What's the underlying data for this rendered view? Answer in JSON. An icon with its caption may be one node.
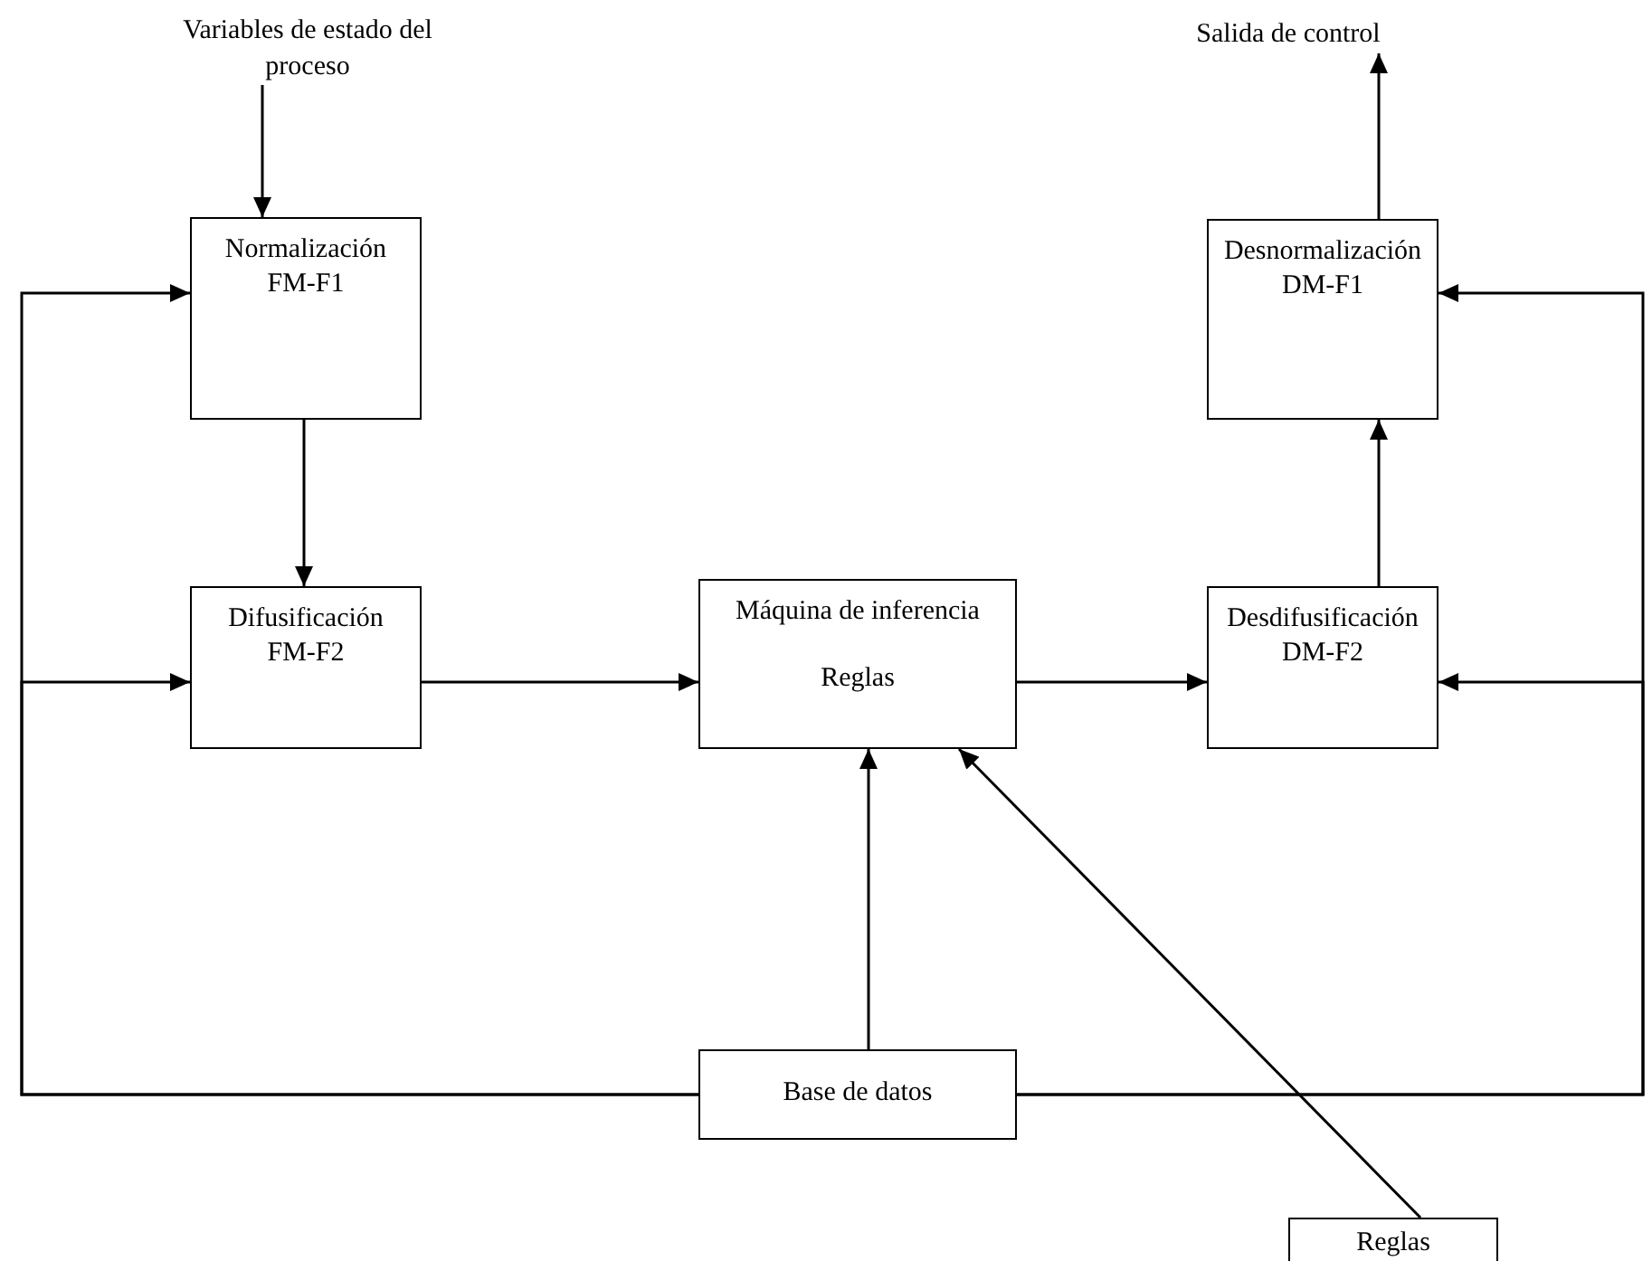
{
  "diagram": {
    "nodes": [
      {
        "text": [
          "Variables de estado del proceso"
        ]
      },
      {
        "text": [
          "Normalización",
          "FM-F1"
        ]
      },
      {
        "text": [
          "Difusificación",
          "FM-F2"
        ]
      },
      {
        "text": [
          "Máquina de inferencia",
          "Reglas"
        ]
      },
      {
        "text": [
          "Salida de control"
        ]
      },
      {
        "text": [
          "Desnormalización",
          "DM-F1"
        ]
      },
      {
        "text": [
          "Desdifusificación",
          "DM-F2"
        ]
      },
      {
        "text": [
          "Base de datos"
        ]
      },
      {
        "text": [
          "Reglas"
        ]
      }
    ],
    "edges": [
      {
        "from": 0,
        "to": 1,
        "arrow": "to"
      },
      {
        "from": 1,
        "to": 2,
        "arrow": "to"
      },
      {
        "from": 2,
        "to": 3,
        "arrow": "to"
      },
      {
        "from": 3,
        "to": 6,
        "arrow": "to"
      },
      {
        "from": 6,
        "to": 5,
        "arrow": "to"
      },
      {
        "from": 5,
        "to": 4,
        "arrow": "to"
      },
      {
        "from": 7,
        "to": 3,
        "arrow": "to"
      },
      {
        "from": 8,
        "to": 3,
        "arrow": "to"
      },
      {
        "from": 7,
        "to": 1,
        "arrow": "to"
      },
      {
        "from": 7,
        "to": 2,
        "arrow": "to"
      },
      {
        "from": 7,
        "to": 5,
        "arrow": "to"
      },
      {
        "from": 7,
        "to": 6,
        "arrow": "to"
      }
    ]
  }
}
